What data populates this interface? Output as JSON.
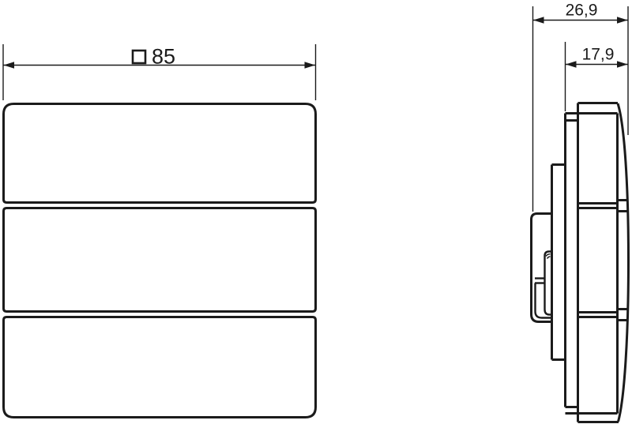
{
  "drawing": {
    "views": {
      "front": {
        "dimension_width": {
          "symbol": "square",
          "symbol_glyph": "□",
          "value": "85",
          "label": "□ 85"
        }
      },
      "side": {
        "dimension_total_depth": {
          "value": "26,9"
        },
        "dimension_front_depth": {
          "value": "17,9"
        }
      }
    },
    "style": {
      "line_color": "#1b1b1b",
      "background_color": "#ffffff"
    }
  }
}
